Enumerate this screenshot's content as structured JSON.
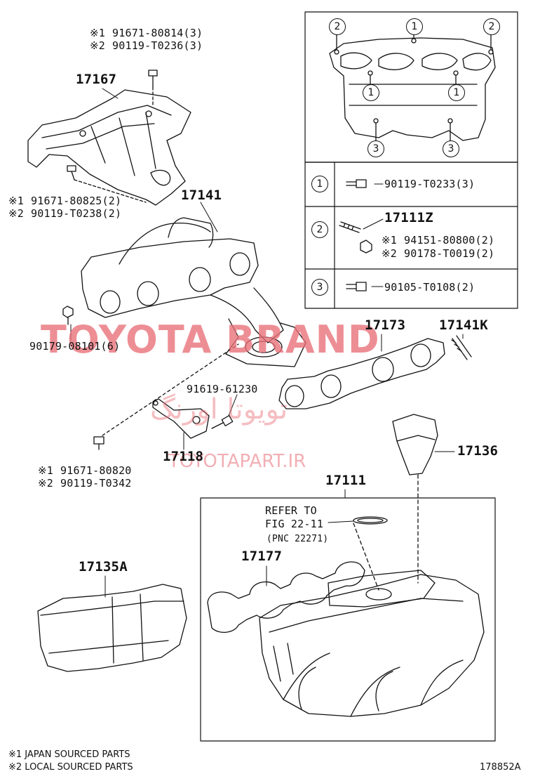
{
  "notes": {
    "mark1": "※1",
    "mark2": "※2",
    "japan": "※1 JAPAN SOURCED PARTS",
    "local": "※2 LOCAL SOURCED PARTS"
  },
  "figure_code": "178852A",
  "watermark": {
    "brand": "TOYOTA BRAND",
    "farsi": "تویوتا اورنگ",
    "site": "TOYOTAPART.IR"
  },
  "parts": {
    "heat_insulator": "17167",
    "bolt_top_1": "91671-80814(3)",
    "bolt_top_2": "90119-T0236(3)",
    "bolt_mid_1": "91671-80825(2)",
    "bolt_mid_2": "90119-T0238(2)",
    "exhaust_manifold": "17141",
    "nut_exhaust": "90179-08101(6)",
    "bolt_stay": "91619-61230",
    "stay": "17118",
    "bolt_low_1": "91671-80820",
    "bolt_low_2": "90119-T0342",
    "gasket_exhaust": "17173",
    "stud_exhaust": "17141K",
    "insulator_17136": "17136",
    "intake_manifold": "17111",
    "refer_1": "REFER TO",
    "refer_2": "FIG 22-11",
    "refer_3": "(PNC 22271)",
    "gasket_intake": "17177",
    "cover_17135a": "17135A"
  },
  "legend": {
    "callout_1": "1",
    "callout_2": "2",
    "callout_3": "3",
    "row1_part": "90119-T0233(3)",
    "row2_stud": "17111Z",
    "row2_nut_1": "94151-80800(2)",
    "row2_nut_2": "90178-T0019(2)",
    "row3_part": "90105-T0108(2)"
  }
}
